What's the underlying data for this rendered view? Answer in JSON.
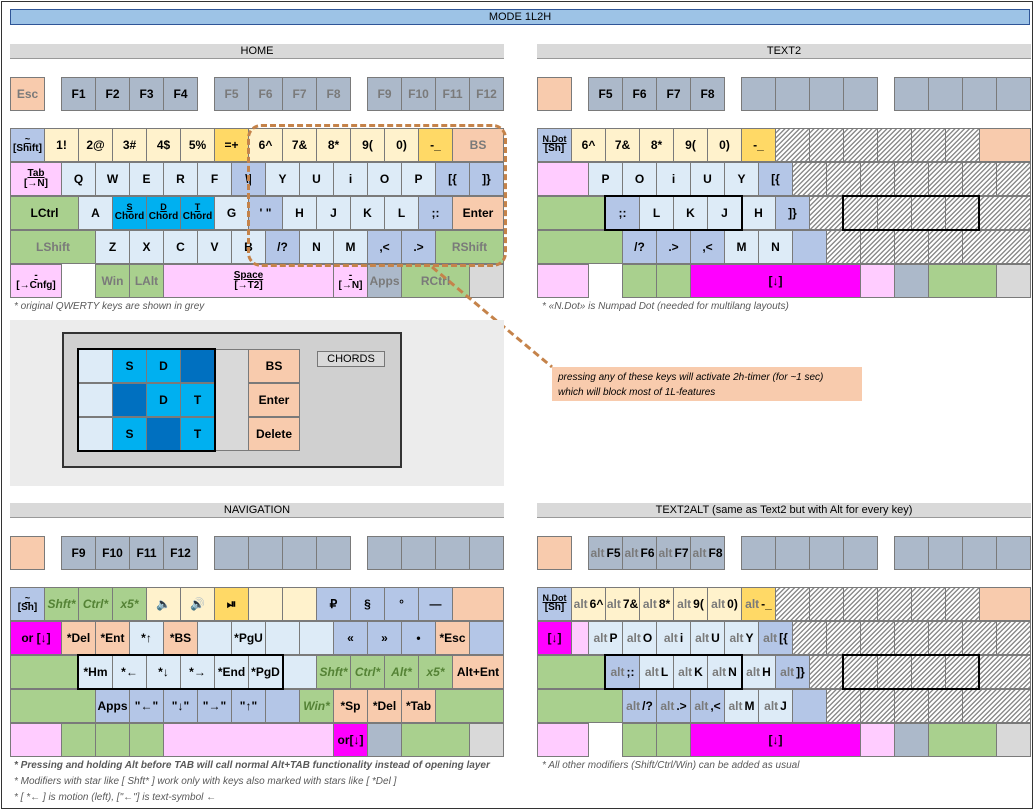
{
  "mode_title": "MODE 1L2H",
  "sections": {
    "home": "HOME",
    "text2": "TEXT2",
    "navigation": "NAVIGATION",
    "text2alt": "TEXT2ALT (same as Text2 but with Alt for every key)"
  },
  "notes": {
    "home": "* original QWERTY keys are shown in grey",
    "text2": "* «N.Dot» is Numpad Dot (needed for multilang layouts)",
    "nav1": "* Pressing and holding Alt before TAB will call normal Alt+TAB functionality instead of opening layer",
    "nav2": "* Modifiers with star like [ Shft* ] work only with keys also marked with stars like [ *Del ]",
    "nav3": "* [ *← ] is motion (left), [\"←\"] is text-symbol ←",
    "text2alt": "* All other modifiers (Shift/Ctrl/Win) can be added as usual"
  },
  "callout": {
    "line1": "pressing any of these keys will activate 2h-timer (for ~1 sec)",
    "line2": "which will block most of 1L-features"
  },
  "chords": {
    "title": "CHORDS",
    "grid": [
      "S",
      "D",
      "D",
      "T",
      "S",
      "T"
    ],
    "bs": "BS",
    "enter": "Enter",
    "delete": "Delete"
  },
  "home": {
    "esc": "Esc",
    "f1": "F1",
    "f2": "F2",
    "f3": "F3",
    "f4": "F4",
    "f5": "F5",
    "f6": "F6",
    "f7": "F7",
    "f8": "F8",
    "f9": "F9",
    "f10": "F10",
    "f11": "F11",
    "f12": "F12",
    "tilde_top": "~",
    "tilde_sub": "[Shift]",
    "n1": "1!",
    "n2": "2@",
    "n3": "3#",
    "n4": "4$",
    "n5": "5%",
    "eq": "=+",
    "n6": "6^",
    "n7": "7&",
    "n8": "8*",
    "n9": "9(",
    "n0": "0)",
    "minus": "-_",
    "bs": "BS",
    "tab_top": "Tab",
    "tab_sub": "[→N]",
    "q": "Q",
    "w": "W",
    "e": "E",
    "r": "R",
    "f": "F",
    "bslash": "\\|",
    "y": "Y",
    "u": "U",
    "i": "i",
    "o": "O",
    "p": "P",
    "lbr": "[{",
    "rbr": "]}",
    "lctrl": "LCtrl",
    "a": "A",
    "s_top": "S",
    "s_sub": "Chord",
    "d_top": "D",
    "d_sub": "Chord",
    "t_top": "T",
    "t_sub": "Chord",
    "g": "G",
    "quote": "' \"",
    "h": "H",
    "j": "J",
    "k": "K",
    "l": "L",
    "semi": ";:",
    "enter": "Enter",
    "lshift": "LShift",
    "z": "Z",
    "x": "X",
    "c": "C",
    "v": "V",
    "b": "B",
    "slash": "/?",
    "n": "N",
    "m": "M",
    "comma": ",<",
    "dot": ".>",
    "rshift": "RShift",
    "dash_top": "-",
    "dash_sub": "[→Cnfg]",
    "win": "Win",
    "lalt": "LAlt",
    "space_top": "Space",
    "space_sub": "[→T2]",
    "dash2_top": "-",
    "dash2_sub": "[→N]",
    "apps": "Apps",
    "rctrl": "RCtrl"
  },
  "text2": {
    "f5": "F5",
    "f6": "F6",
    "f7": "F7",
    "f8": "F8",
    "ndot_top": "N.Dot",
    "ndot_sub": "[Sh]",
    "n6": "6^",
    "n7": "7&",
    "n8": "8*",
    "n9": "9(",
    "n0": "0)",
    "minus": "-_",
    "p": "P",
    "o": "O",
    "i": "i",
    "u": "U",
    "y": "Y",
    "lbr": "[{",
    "semi": ";:",
    "l": "L",
    "k": "K",
    "j": "J",
    "h": "H",
    "rbr": "]}",
    "slash": "/?",
    "dot": ".>",
    "comma": ",<",
    "m": "M",
    "n": "N",
    "arrow": "[↓]"
  },
  "nav": {
    "f9": "F9",
    "f10": "F10",
    "f11": "F11",
    "f12": "F12",
    "tilde_top": "~",
    "tilde_sub": "[Sh]",
    "shft": "Shft*",
    "ctrl": "Ctrl*",
    "x5": "x5*",
    "voldown": "🔈",
    "volup": "🔊",
    "play": "⏯",
    "rub": "₽",
    "sect": "§",
    "deg": "°",
    "emdash": "—",
    "or_down": "or [↓]",
    "del": "*Del",
    "ent": "*Ent",
    "up": "*↑",
    "bs": "*BS",
    "pgu": "*PgU",
    "laq": "«",
    "raq": "»",
    "bullet": "•",
    "esc": "*Esc",
    "hm": "*Hm",
    "left": "*←",
    "down": "*↓",
    "right": "*→",
    "end": "*End",
    "pgd": "*PgD",
    "shft2": "Shft*",
    "ctrl2": "Ctrl*",
    "alt2": "Alt*",
    "x52": "x5*",
    "altent": "Alt+Ent",
    "apps": "Apps",
    "qleft": "\"←\"",
    "qdown": "\"↓\"",
    "qright": "\"→\"",
    "qup": "\"↑\"",
    "win": "Win*",
    "sp": "*Sp",
    "del2": "*Del",
    "tab": "*Tab",
    "or_down2": "or[↓]"
  },
  "t2a": {
    "alt": "alt",
    "f5": "F5",
    "f6": "F6",
    "f7": "F7",
    "f8": "F8",
    "ndot_top": "N.Dot",
    "ndot_sub": "[Sh]",
    "n6": "6^",
    "n7": "7&",
    "n8": "8*",
    "n9": "9(",
    "n0": "0)",
    "minus": "-_",
    "arrow": "[↓]",
    "p": "P",
    "o": "O",
    "i": "i",
    "u": "U",
    "y": "Y",
    "lbr": "[{",
    "semi": ";:",
    "l": "L",
    "k": "K",
    "n": "N",
    "h": "H",
    "rbr": "]}",
    "slash": "/?",
    "dot": ".>",
    "comma": ",<",
    "m": "M",
    "j": "J",
    "arrow2": "[↓]"
  }
}
